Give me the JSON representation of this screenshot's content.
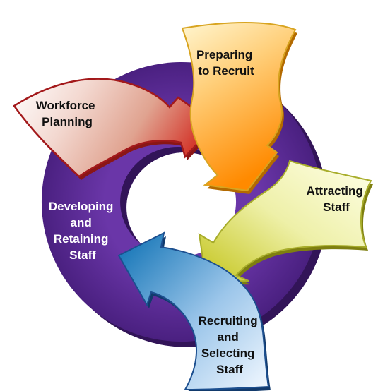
{
  "diagram": {
    "stages": [
      {
        "id": "workforce",
        "lines": [
          "Workforce",
          "Planning"
        ]
      },
      {
        "id": "preparing",
        "lines": [
          "Preparing",
          "to Recruit"
        ]
      },
      {
        "id": "attracting",
        "lines": [
          "Attracting",
          "Staff"
        ]
      },
      {
        "id": "recruiting",
        "lines": [
          "Recruiting",
          "and",
          "Selecting",
          "Staff"
        ]
      },
      {
        "id": "developing",
        "lines": [
          "Developing",
          "and",
          "Retaining",
          "Staff"
        ]
      }
    ],
    "colors": {
      "ring": "#5b2d90",
      "ring_dark": "#3a1a66",
      "workforce_outline": "#9a1a1a",
      "workforce_head": "#d8262a",
      "preparing_outline": "#c99a1b",
      "preparing_head": "#ff8a00",
      "attracting_outline": "#a8ad2b",
      "attracting_head": "#c7c61e",
      "recruiting_outline": "#1c4f8f",
      "recruiting_head": "#0a6fb3"
    }
  }
}
